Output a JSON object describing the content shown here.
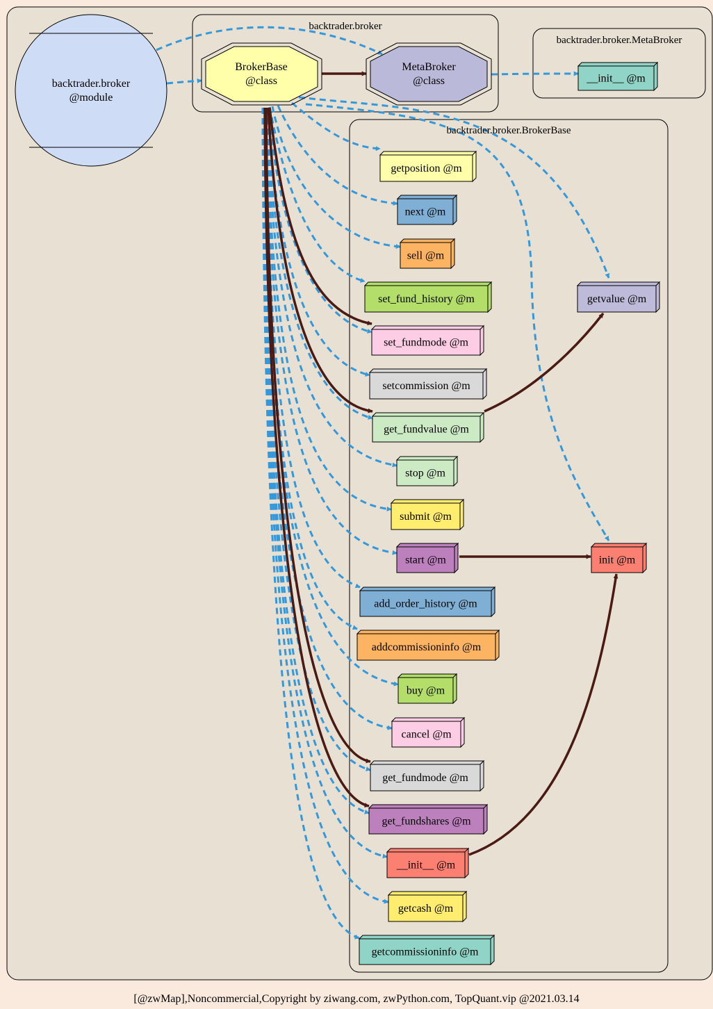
{
  "clusters": {
    "outer": "",
    "broker": "backtrader.broker",
    "metabroker": "backtrader.broker.MetaBroker",
    "brokerbase": "backtrader.broker.BrokerBase"
  },
  "nodes": {
    "module": [
      "backtrader.broker",
      "@module"
    ],
    "brokerbase": [
      "BrokerBase",
      "@class"
    ],
    "metabroker": [
      "MetaBroker",
      "@class"
    ],
    "meta_init": "__init__ @m",
    "getposition": "getposition @m",
    "next": "next @m",
    "sell": "sell @m",
    "set_fund_history": "set_fund_history @m",
    "set_fundmode": "set_fundmode @m",
    "setcommission": "setcommission @m",
    "get_fundvalue": "get_fundvalue @m",
    "stop": "stop @m",
    "submit": "submit @m",
    "start": "start @m",
    "add_order_history": "add_order_history @m",
    "addcommissioninfo": "addcommissioninfo @m",
    "buy": "buy @m",
    "cancel": "cancel @m",
    "get_fundmode": "get_fundmode @m",
    "get_fundshares": "get_fundshares @m",
    "init_method": "__init__ @m",
    "getcash": "getcash @m",
    "getcommissioninfo": "getcommissioninfo @m",
    "getvalue": "getvalue @m",
    "init": "init @m"
  },
  "colors": {
    "page": "#faeade",
    "cluster": "#e8e0d2",
    "dashed_edge": "#3498db",
    "solid_edge": "#4a1a14",
    "module": "#cfdcf6",
    "class_broker": "#ffffaa",
    "class_meta": "#bbb9da",
    "teal": "#8fd4c6",
    "yellow": "#ffffaa",
    "blue": "#7fafd4",
    "orange": "#fdb462",
    "green": "#b3de69",
    "pink": "#fccde5",
    "gray": "#d9d9d9",
    "mint": "#ccebc5",
    "gold": "#ffed6f",
    "purple": "#bc80bd",
    "salmon": "#fb8072",
    "lavender": "#bebada"
  },
  "footer": "[@zwMap],Noncommercial,Copyright by ziwang.com, zwPython.com, TopQuant.vip @2021.03.14"
}
